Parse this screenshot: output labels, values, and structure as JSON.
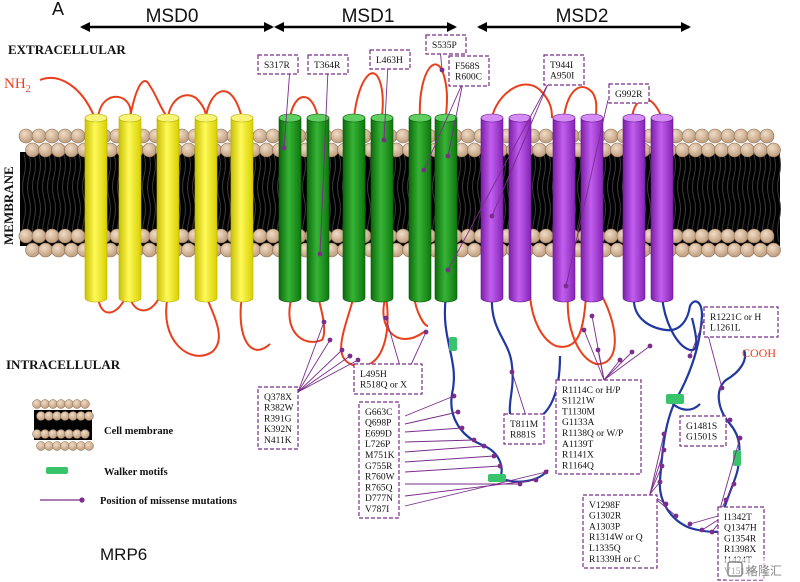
{
  "panel_letter": "A",
  "domains": [
    {
      "label": "MSD0"
    },
    {
      "label": "MSD1"
    },
    {
      "label": "MSD2"
    }
  ],
  "zones": {
    "extracellular": "EXTRACELLULAR",
    "membrane": "MEMBRANE",
    "intracellular": "INTRACELLULAR"
  },
  "termini": {
    "n_main": "NH",
    "n_sub": "2",
    "c": "COOH"
  },
  "colors": {
    "msd0": "#f5ef00",
    "msd1": "#1f9a1f",
    "msd2": "#a62fd6",
    "loop_red": "#e8401c",
    "loop_blue": "#2038a0",
    "walker": "#37c46a",
    "mutation": "#7b2d8b",
    "lipid_head": "#d9b99a"
  },
  "mutation_boxes": [
    {
      "id": "s317r",
      "lines": [
        "S317R"
      ]
    },
    {
      "id": "t364r",
      "lines": [
        "T364R"
      ]
    },
    {
      "id": "l463h",
      "lines": [
        "L463H"
      ]
    },
    {
      "id": "s535p",
      "lines": [
        "S535P"
      ]
    },
    {
      "id": "f568s",
      "lines": [
        "F568S",
        "R600C"
      ]
    },
    {
      "id": "t944i",
      "lines": [
        "T944I",
        "A950I"
      ]
    },
    {
      "id": "g992r",
      "lines": [
        "G992R"
      ]
    },
    {
      "id": "r1221c",
      "lines": [
        "R1221C or H",
        "L1261L"
      ]
    },
    {
      "id": "l495h",
      "lines": [
        "L495H",
        "R518Q or X"
      ]
    },
    {
      "id": "q378x",
      "lines": [
        "Q378X",
        "R382W",
        "R391G",
        "K392N",
        "N411K"
      ]
    },
    {
      "id": "g663c",
      "lines": [
        "G663C",
        "Q698P",
        "E699D",
        "L726P",
        "M751K",
        "G755R",
        "R760W",
        "R765Q",
        "D777N",
        "V787I"
      ]
    },
    {
      "id": "t811m",
      "lines": [
        "T811M",
        "R881S"
      ]
    },
    {
      "id": "r1114c",
      "lines": [
        "R1114C or H/P",
        "S1121W",
        "T1130M",
        "G1133A",
        "R1138Q or W/P",
        "A1139T",
        "R1141X",
        "R1164Q"
      ]
    },
    {
      "id": "g1481s",
      "lines": [
        "G1481S",
        "G1501S"
      ]
    },
    {
      "id": "v1298f",
      "lines": [
        "V1298F",
        "G1302R",
        "A1303P",
        "R1314W or Q",
        "L1335Q",
        "R1339H or C"
      ]
    },
    {
      "id": "i1342t",
      "lines": [
        "I1342T",
        "Q1347H",
        "G1354R",
        "R1398X",
        "I1424T",
        "V1515S"
      ]
    }
  ],
  "legend": {
    "membrane": "Cell membrane",
    "walker": "Walker motifs",
    "mutation": "Position of missense mutations"
  },
  "protein_name": "MRP6",
  "watermark": "格隆汇"
}
